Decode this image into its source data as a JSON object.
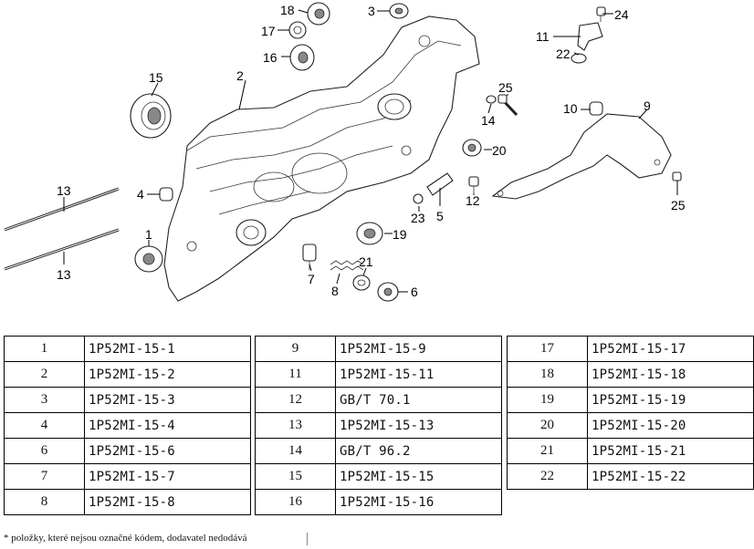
{
  "diagram": {
    "callouts": [
      "1",
      "2",
      "3",
      "4",
      "5",
      "6",
      "7",
      "8",
      "9",
      "10",
      "11",
      "12",
      "13",
      "13",
      "14",
      "15",
      "16",
      "17",
      "18",
      "19",
      "20",
      "21",
      "22",
      "23",
      "24",
      "25",
      "25"
    ]
  },
  "parts_table": {
    "column1": [
      {
        "num": "1",
        "code": "1P52MI-15-1"
      },
      {
        "num": "2",
        "code": "1P52MI-15-2"
      },
      {
        "num": "3",
        "code": "1P52MI-15-3"
      },
      {
        "num": "4",
        "code": "1P52MI-15-4"
      },
      {
        "num": "6",
        "code": "1P52MI-15-6"
      },
      {
        "num": "7",
        "code": "1P52MI-15-7"
      },
      {
        "num": "8",
        "code": "1P52MI-15-8"
      }
    ],
    "column2": [
      {
        "num": "9",
        "code": "1P52MI-15-9"
      },
      {
        "num": "11",
        "code": "1P52MI-15-11"
      },
      {
        "num": "12",
        "code": "GB/T 70.1"
      },
      {
        "num": "13",
        "code": "1P52MI-15-13"
      },
      {
        "num": "14",
        "code": "GB/T 96.2"
      },
      {
        "num": "15",
        "code": "1P52MI-15-15"
      },
      {
        "num": "16",
        "code": "1P52MI-15-16"
      }
    ],
    "column3": [
      {
        "num": "17",
        "code": "1P52MI-15-17"
      },
      {
        "num": "18",
        "code": "1P52MI-15-18"
      },
      {
        "num": "19",
        "code": "1P52MI-15-19"
      },
      {
        "num": "20",
        "code": "1P52MI-15-20"
      },
      {
        "num": "21",
        "code": "1P52MI-15-21"
      },
      {
        "num": "22",
        "code": "1P52MI-15-22"
      }
    ]
  },
  "footnote": "* položky, které nejsou označné kódem, dodavatel nedodává"
}
